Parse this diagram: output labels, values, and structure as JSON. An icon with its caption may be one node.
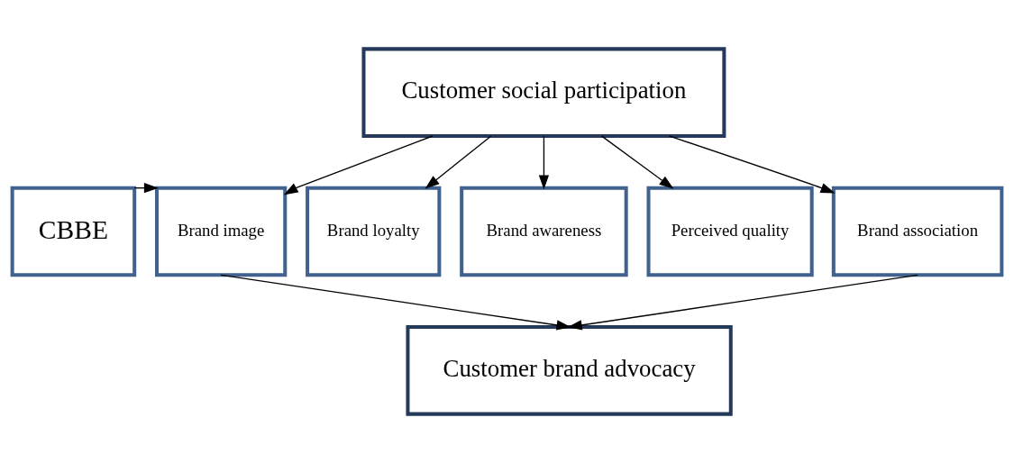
{
  "diagram": {
    "nodes": [
      {
        "text": [
          "Customer social participation"
        ]
      },
      {
        "text": [
          "CBBE"
        ]
      },
      {
        "text": [
          "Brand image"
        ]
      },
      {
        "text": [
          "Brand loyalty"
        ]
      },
      {
        "text": [
          "Brand awareness"
        ]
      },
      {
        "text": [
          "Perceived quality"
        ]
      },
      {
        "text": [
          "Brand association"
        ]
      },
      {
        "text": [
          "Customer brand advocacy"
        ]
      }
    ],
    "edges": [
      {
        "from": 0,
        "to": 2,
        "arrow": "to"
      },
      {
        "from": 0,
        "to": 3,
        "arrow": "to"
      },
      {
        "from": 0,
        "to": 4,
        "arrow": "to"
      },
      {
        "from": 0,
        "to": 5,
        "arrow": "to"
      },
      {
        "from": 0,
        "to": 6,
        "arrow": "to"
      },
      {
        "from": 1,
        "to": 2,
        "arrow": "to"
      },
      {
        "from": 2,
        "to": 7,
        "arrow": "to"
      },
      {
        "from": 6,
        "to": 7,
        "arrow": "to"
      }
    ]
  }
}
